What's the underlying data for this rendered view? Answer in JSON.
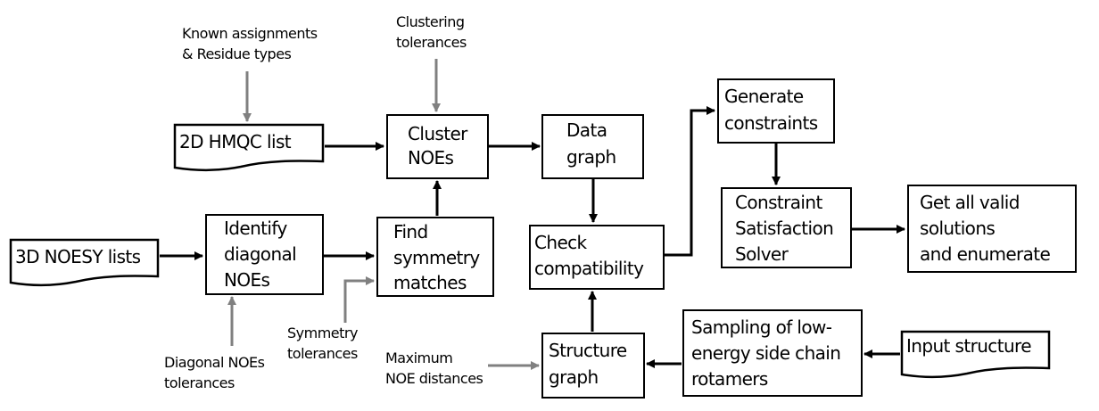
{
  "diagram": {
    "colors": {
      "primary_flow": "#000000",
      "parameter_input": "#808080"
    },
    "inputs": {
      "hmqc": "2D HMQC list",
      "noesy": "3D NOESY lists",
      "structure": "Input structure"
    },
    "processes": {
      "cluster": [
        "Cluster",
        "NOEs"
      ],
      "data_graph": [
        "Data",
        "graph"
      ],
      "generate": [
        "Generate",
        "constraints"
      ],
      "solver": [
        "Constraint",
        "Satisfaction",
        "Solver"
      ],
      "solutions": [
        "Get all valid",
        "solutions",
        "and enumerate"
      ],
      "identify": [
        "Identify",
        "diagonal",
        "NOEs"
      ],
      "find_sym": [
        "Find",
        "symmetry",
        "matches"
      ],
      "check": [
        "Check",
        "compatibility"
      ],
      "structure_graph": [
        "Structure",
        "graph"
      ],
      "sampling": [
        "Sampling of low-",
        "energy side chain",
        "rotamers"
      ]
    },
    "parameters": {
      "known": [
        "Known assignments",
        "& Residue types"
      ],
      "clustering": [
        "Clustering",
        "tolerances"
      ],
      "diagonal": [
        "Diagonal NOEs",
        "tolerances"
      ],
      "symmetry": [
        "Symmetry",
        "tolerances"
      ],
      "max_noe": [
        "Maximum",
        "NOE distances"
      ]
    }
  }
}
